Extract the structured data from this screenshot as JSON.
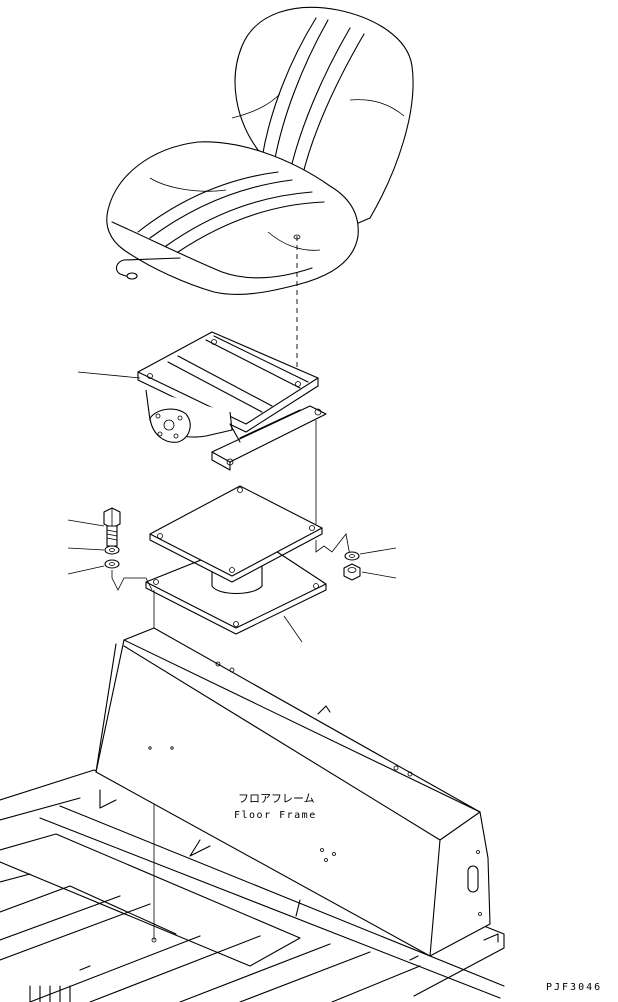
{
  "floor_frame": {
    "label_jp": "フロアフレーム",
    "label_en": "Floor Frame"
  },
  "drawing_code": "PJF3046",
  "parts": [
    {
      "name": "seat",
      "icon": "seat-icon"
    },
    {
      "name": "seat-suspension",
      "icon": "suspension-icon"
    },
    {
      "name": "bolt",
      "icon": "bolt-icon"
    },
    {
      "name": "spring-washer-left",
      "icon": "washer-icon"
    },
    {
      "name": "washer-left",
      "icon": "washer-icon"
    },
    {
      "name": "spring-washer-right",
      "icon": "washer-icon"
    },
    {
      "name": "nut",
      "icon": "nut-icon"
    },
    {
      "name": "mount-plate",
      "icon": "plate-icon"
    },
    {
      "name": "floor-frame",
      "icon": "frame-icon"
    }
  ]
}
